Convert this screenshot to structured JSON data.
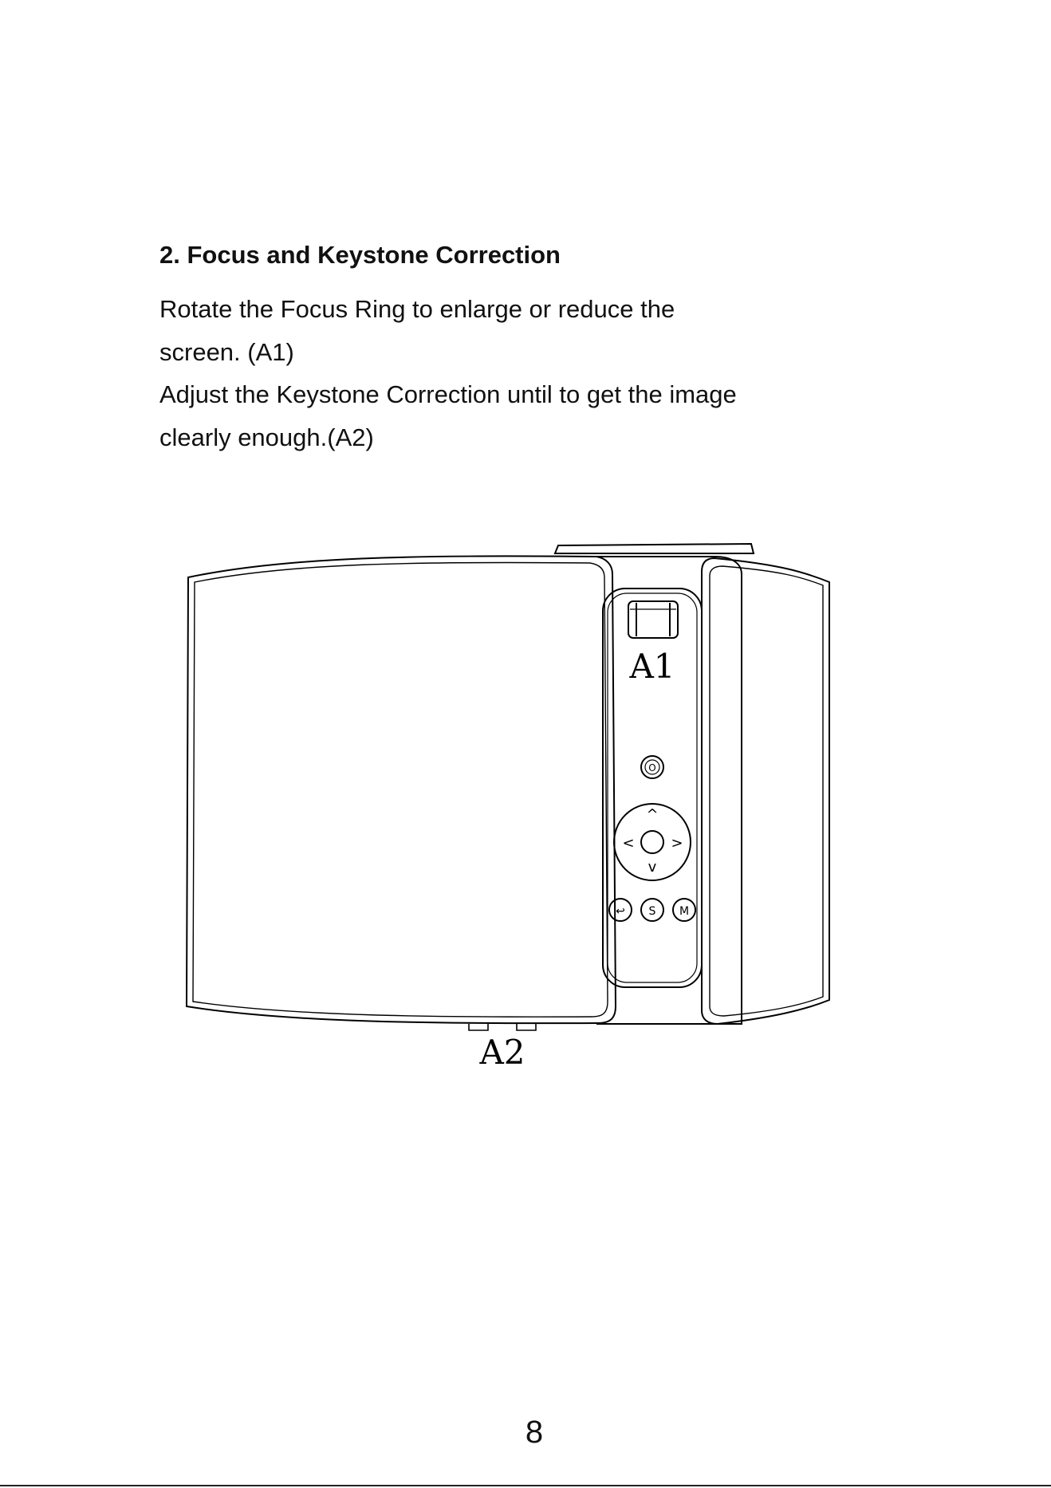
{
  "section": {
    "heading": "2. Focus and Keystone Correction",
    "paragraph_1": [
      "Rotate the Focus Ring to enlarge or reduce the",
      "screen. (A1)"
    ],
    "paragraph_2": [
      "Adjust the Keystone Correction until to get the image",
      "clearly enough.(A2)"
    ]
  },
  "figure": {
    "callout_focus_ring": "A1",
    "callout_keystone": "A2",
    "control_panel_buttons": {
      "power": "O",
      "up": "^",
      "down": "v",
      "left": "<",
      "right": ">",
      "back": "↩",
      "source": "S",
      "menu": "M"
    }
  },
  "footer": {
    "page_number": "8"
  }
}
